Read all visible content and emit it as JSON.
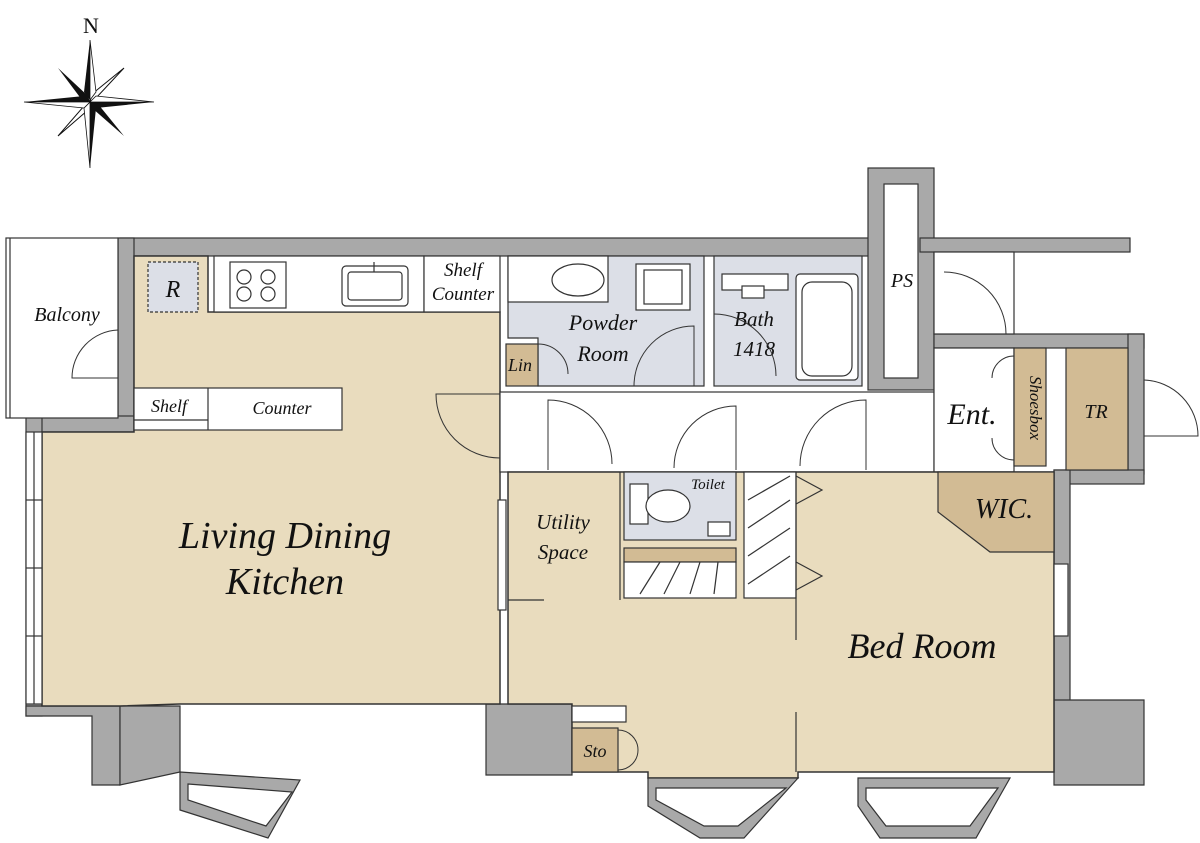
{
  "compass": {
    "north_label": "N"
  },
  "rooms": {
    "balcony": "Balcony",
    "ldk_line1": "Living Dining",
    "ldk_line2": "Kitchen",
    "refrigerator": "R",
    "shelf_top": "Shelf",
    "counter_top": "Counter",
    "shelf_left": "Shelf",
    "counter_left": "Counter",
    "powder_line1": "Powder",
    "powder_line2": "Room",
    "linen": "Lin",
    "bath_line1": "Bath",
    "bath_line2": "1418",
    "ps": "PS",
    "entrance": "Ent.",
    "shoesbox": "Shoesbox",
    "trunk_room": "TR",
    "toilet": "Toilet",
    "utility_line1": "Utility",
    "utility_line2": "Space",
    "wic": "WIC.",
    "bedroom": "Bed Room",
    "storage": "Sto"
  },
  "colors": {
    "floor": "#e9dcbe",
    "wet_area": "#dcdfe7",
    "storage": "#d2bb94",
    "wall": "#a9a9a9"
  }
}
